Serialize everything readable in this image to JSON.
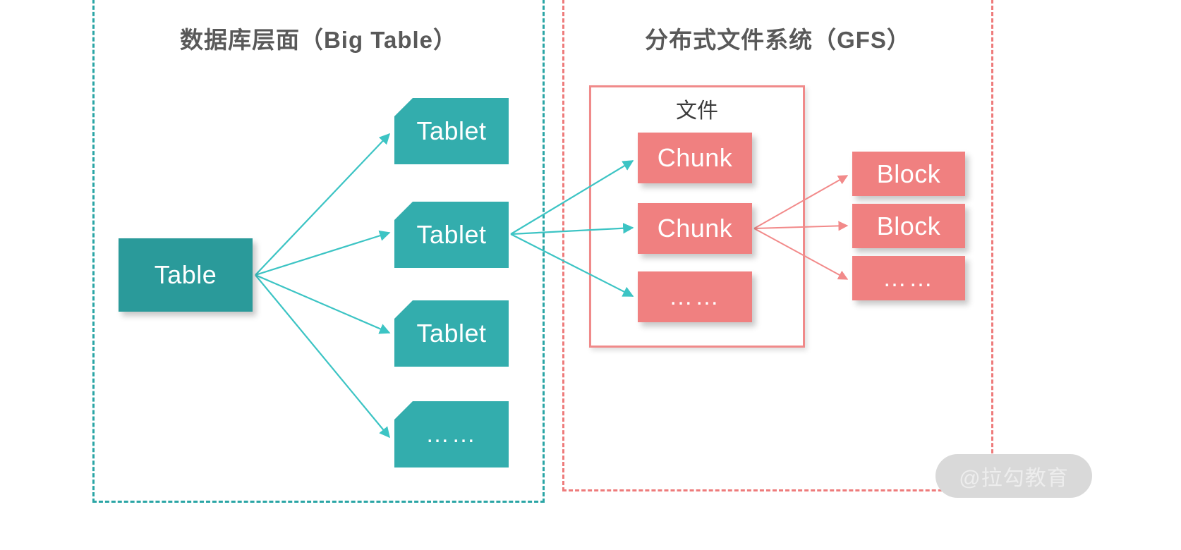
{
  "diagram": {
    "title_left": "数据库层面（Big Table）",
    "title_right": "分布式文件系统（GFS）",
    "file_label": "文件",
    "watermark": "@拉勾教育",
    "colors": {
      "teal_dark": "#2A9A9A",
      "teal_light": "#33ADAD",
      "teal_dashed": "#2AA5A5",
      "red": "#F08080",
      "red_dashed": "#EE7B7B",
      "red_border": "#F08A8A",
      "title_gray": "#595959",
      "label_gray": "#3C3C3C",
      "watermark_bg": "#D9D9D9",
      "watermark_text": "#EDEDED"
    }
  },
  "bigtable_section": {
    "root": {
      "label": "Table"
    },
    "tablets": [
      {
        "label": "Tablet"
      },
      {
        "label": "Tablet"
      },
      {
        "label": "Tablet"
      },
      {
        "label": "……"
      }
    ]
  },
  "gfs_section": {
    "chunks": [
      {
        "label": "Chunk"
      },
      {
        "label": "Chunk"
      },
      {
        "label": "……"
      }
    ],
    "blocks": [
      {
        "label": "Block"
      },
      {
        "label": "Block"
      },
      {
        "label": "……"
      }
    ]
  }
}
